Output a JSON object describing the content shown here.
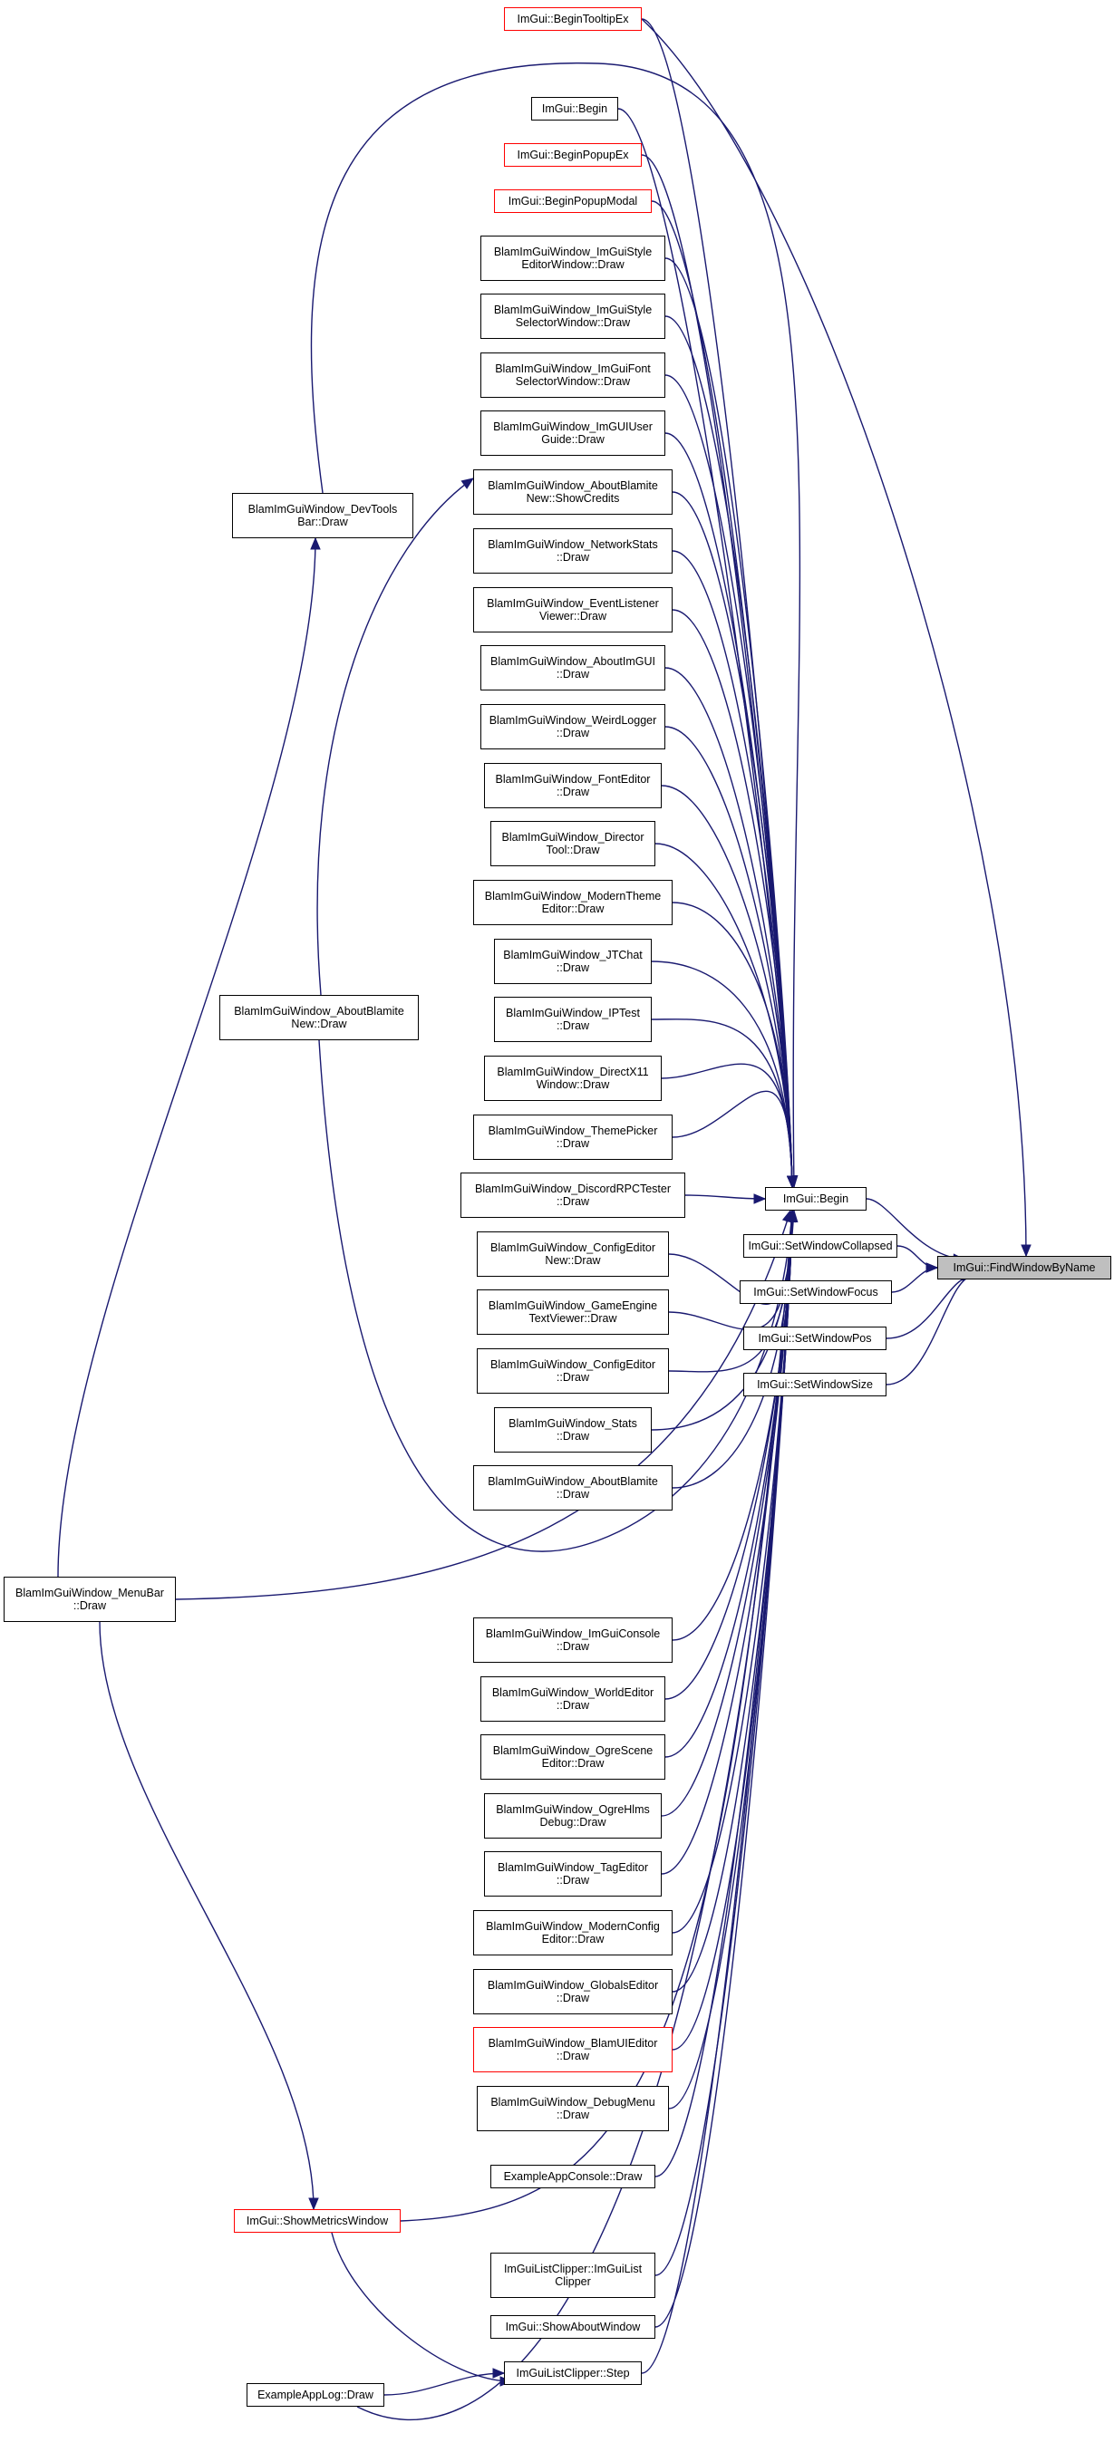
{
  "colors": {
    "edge": "#191970",
    "node_border": "#000000",
    "node_border_incomplete": "#ff0000",
    "target_fill": "#bfbfbf",
    "background": "#ffffff"
  },
  "nodes": {
    "find_window_by_name": {
      "label": "ImGui::FindWindowByName",
      "style": "target"
    },
    "begin": {
      "label": "ImGui::Begin",
      "style": "normal"
    },
    "set_window_collapsed": {
      "label": "ImGui::SetWindowCollapsed",
      "style": "normal"
    },
    "set_window_focus": {
      "label": "ImGui::SetWindowFocus",
      "style": "normal"
    },
    "set_window_pos": {
      "label": "ImGui::SetWindowPos",
      "style": "normal"
    },
    "set_window_size": {
      "label": "ImGui::SetWindowSize",
      "style": "normal"
    },
    "begin_tooltip_ex": {
      "label": "ImGui::BeginTooltipEx",
      "style": "red"
    },
    "begin_2": {
      "label": "ImGui::Begin",
      "style": "normal"
    },
    "begin_popup_ex": {
      "label": "ImGui::BeginPopupEx",
      "style": "red"
    },
    "begin_popup_modal": {
      "label": "ImGui::BeginPopupModal",
      "style": "red"
    },
    "style_editor": {
      "label": "BlamImGuiWindow_ImGuiStyle\nEditorWindow::Draw",
      "style": "normal"
    },
    "style_selector": {
      "label": "BlamImGuiWindow_ImGuiStyle\nSelectorWindow::Draw",
      "style": "normal"
    },
    "font_selector": {
      "label": "BlamImGuiWindow_ImGuiFont\nSelectorWindow::Draw",
      "style": "normal"
    },
    "user_guide": {
      "label": "BlamImGuiWindow_ImGUIUser\nGuide::Draw",
      "style": "normal"
    },
    "show_credits": {
      "label": "BlamImGuiWindow_AboutBlamite\nNew::ShowCredits",
      "style": "normal"
    },
    "network_stats": {
      "label": "BlamImGuiWindow_NetworkStats\n::Draw",
      "style": "normal"
    },
    "event_listener": {
      "label": "BlamImGuiWindow_EventListener\nViewer::Draw",
      "style": "normal"
    },
    "about_imgui": {
      "label": "BlamImGuiWindow_AboutImGUI\n::Draw",
      "style": "normal"
    },
    "weird_logger": {
      "label": "BlamImGuiWindow_WeirdLogger\n::Draw",
      "style": "normal"
    },
    "font_editor": {
      "label": "BlamImGuiWindow_FontEditor\n::Draw",
      "style": "normal"
    },
    "director_tool": {
      "label": "BlamImGuiWindow_Director\nTool::Draw",
      "style": "normal"
    },
    "modern_theme_editor": {
      "label": "BlamImGuiWindow_ModernTheme\nEditor::Draw",
      "style": "normal"
    },
    "jtchat": {
      "label": "BlamImGuiWindow_JTChat\n::Draw",
      "style": "normal"
    },
    "iptest": {
      "label": "BlamImGuiWindow_IPTest\n::Draw",
      "style": "normal"
    },
    "directx11": {
      "label": "BlamImGuiWindow_DirectX11\nWindow::Draw",
      "style": "normal"
    },
    "theme_picker": {
      "label": "BlamImGuiWindow_ThemePicker\n::Draw",
      "style": "normal"
    },
    "discord_rpc": {
      "label": "BlamImGuiWindow_DiscordRPCTester\n::Draw",
      "style": "normal"
    },
    "config_editor_new": {
      "label": "BlamImGuiWindow_ConfigEditor\nNew::Draw",
      "style": "normal"
    },
    "game_engine_text": {
      "label": "BlamImGuiWindow_GameEngine\nTextViewer::Draw",
      "style": "normal"
    },
    "config_editor": {
      "label": "BlamImGuiWindow_ConfigEditor\n::Draw",
      "style": "normal"
    },
    "stats": {
      "label": "BlamImGuiWindow_Stats\n::Draw",
      "style": "normal"
    },
    "about_blamite": {
      "label": "BlamImGuiWindow_AboutBlamite\n::Draw",
      "style": "normal"
    },
    "imgui_console": {
      "label": "BlamImGuiWindow_ImGuiConsole\n::Draw",
      "style": "normal"
    },
    "world_editor": {
      "label": "BlamImGuiWindow_WorldEditor\n::Draw",
      "style": "normal"
    },
    "ogre_scene": {
      "label": "BlamImGuiWindow_OgreScene\nEditor::Draw",
      "style": "normal"
    },
    "ogre_hlms": {
      "label": "BlamImGuiWindow_OgreHlms\nDebug::Draw",
      "style": "normal"
    },
    "tag_editor": {
      "label": "BlamImGuiWindow_TagEditor\n::Draw",
      "style": "normal"
    },
    "modern_config": {
      "label": "BlamImGuiWindow_ModernConfig\nEditor::Draw",
      "style": "normal"
    },
    "globals_editor": {
      "label": "BlamImGuiWindow_GlobalsEditor\n::Draw",
      "style": "normal"
    },
    "blam_ui_editor": {
      "label": "BlamImGuiWindow_BlamUIEditor\n::Draw",
      "style": "red"
    },
    "debug_menu": {
      "label": "BlamImGuiWindow_DebugMenu\n::Draw",
      "style": "normal"
    },
    "example_console": {
      "label": "ExampleAppConsole::Draw",
      "style": "normal"
    },
    "show_metrics": {
      "label": "ImGui::ShowMetricsWindow",
      "style": "red"
    },
    "list_clipper_ctor": {
      "label": "ImGuiListClipper::ImGuiList\nClipper",
      "style": "normal"
    },
    "show_about": {
      "label": "ImGui::ShowAboutWindow",
      "style": "normal"
    },
    "list_clipper_step": {
      "label": "ImGuiListClipper::Step",
      "style": "normal"
    },
    "example_log": {
      "label": "ExampleAppLog::Draw",
      "style": "normal"
    },
    "devtools_bar": {
      "label": "BlamImGuiWindow_DevTools\nBar::Draw",
      "style": "normal"
    },
    "about_blamite_new": {
      "label": "BlamImGuiWindow_AboutBlamite\nNew::Draw",
      "style": "normal"
    },
    "menu_bar": {
      "label": "BlamImGuiWindow_MenuBar\n::Draw",
      "style": "normal"
    }
  },
  "edges": [
    [
      "begin",
      "find_window_by_name"
    ],
    [
      "set_window_collapsed",
      "find_window_by_name"
    ],
    [
      "set_window_focus",
      "find_window_by_name"
    ],
    [
      "set_window_pos",
      "find_window_by_name"
    ],
    [
      "set_window_size",
      "find_window_by_name"
    ],
    [
      "begin_tooltip_ex",
      "find_window_by_name"
    ],
    [
      "begin_tooltip_ex",
      "begin"
    ],
    [
      "begin_2",
      "begin"
    ],
    [
      "begin_popup_ex",
      "begin"
    ],
    [
      "begin_popup_modal",
      "begin"
    ],
    [
      "style_editor",
      "begin"
    ],
    [
      "style_selector",
      "begin"
    ],
    [
      "font_selector",
      "begin"
    ],
    [
      "user_guide",
      "begin"
    ],
    [
      "show_credits",
      "begin"
    ],
    [
      "network_stats",
      "begin"
    ],
    [
      "event_listener",
      "begin"
    ],
    [
      "about_imgui",
      "begin"
    ],
    [
      "weird_logger",
      "begin"
    ],
    [
      "font_editor",
      "begin"
    ],
    [
      "director_tool",
      "begin"
    ],
    [
      "modern_theme_editor",
      "begin"
    ],
    [
      "jtchat",
      "begin"
    ],
    [
      "iptest",
      "begin"
    ],
    [
      "directx11",
      "begin"
    ],
    [
      "theme_picker",
      "begin"
    ],
    [
      "discord_rpc",
      "begin"
    ],
    [
      "config_editor_new",
      "begin"
    ],
    [
      "game_engine_text",
      "begin"
    ],
    [
      "config_editor",
      "begin"
    ],
    [
      "stats",
      "begin"
    ],
    [
      "about_blamite",
      "begin"
    ],
    [
      "imgui_console",
      "begin"
    ],
    [
      "world_editor",
      "begin"
    ],
    [
      "ogre_scene",
      "begin"
    ],
    [
      "ogre_hlms",
      "begin"
    ],
    [
      "tag_editor",
      "begin"
    ],
    [
      "modern_config",
      "begin"
    ],
    [
      "globals_editor",
      "begin"
    ],
    [
      "blam_ui_editor",
      "begin"
    ],
    [
      "debug_menu",
      "begin"
    ],
    [
      "example_console",
      "begin"
    ],
    [
      "show_metrics",
      "begin"
    ],
    [
      "list_clipper_ctor",
      "begin"
    ],
    [
      "show_about",
      "begin"
    ],
    [
      "list_clipper_step",
      "begin"
    ],
    [
      "devtools_bar",
      "begin"
    ],
    [
      "about_blamite_new",
      "begin"
    ],
    [
      "menu_bar",
      "begin"
    ],
    [
      "example_log",
      "begin"
    ],
    [
      "about_blamite_new",
      "show_credits"
    ],
    [
      "menu_bar",
      "devtools_bar"
    ],
    [
      "menu_bar",
      "show_metrics"
    ],
    [
      "show_metrics",
      "list_clipper_step"
    ],
    [
      "example_log",
      "list_clipper_step"
    ]
  ]
}
